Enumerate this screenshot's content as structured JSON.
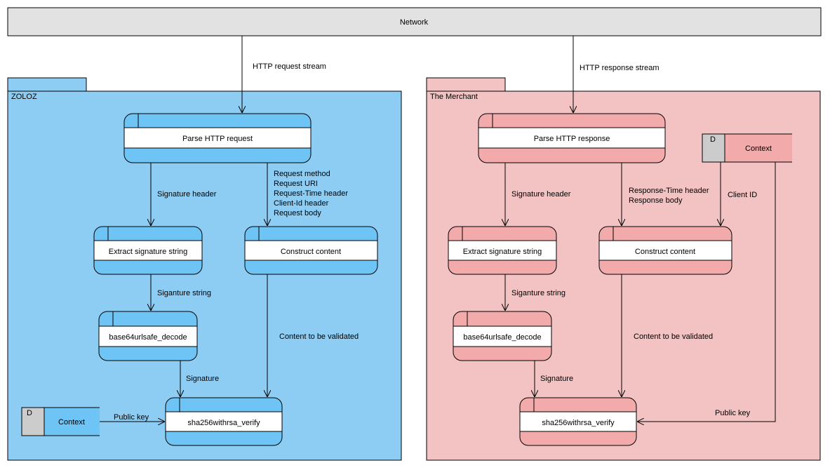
{
  "network": {
    "label": "Network"
  },
  "colors": {
    "zoloz_fill": "#8ecdf3",
    "merchant_fill": "#f3c3c3",
    "zoloz_process": "#6ec4f5",
    "merchant_process": "#f3aaaa",
    "network_fill": "#e2e2e2",
    "store_d_fill": "#cccccc"
  },
  "zoloz": {
    "title": "ZOLOZ",
    "stream_label": "HTTP request stream",
    "processes": {
      "parse": "Parse HTTP request",
      "extract": "Extract signature string",
      "construct": "Construct content",
      "decode": "base64urlsafe_decode",
      "verify": "sha256withrsa_verify"
    },
    "flows": {
      "signature_header": "Signature header",
      "request_fields": [
        "Request method",
        "Request URI",
        "Request-Time header",
        "Client-Id header",
        "Request body"
      ],
      "signature_string": "Siganture string",
      "content": "Content to be validated",
      "signature": "Signature",
      "public_key": "Public key"
    },
    "store": {
      "tag": "D",
      "label": "Context"
    }
  },
  "merchant": {
    "title": "The Merchant",
    "stream_label": "HTTP response stream",
    "processes": {
      "parse": "Parse HTTP response",
      "extract": "Extract signature string",
      "construct": "Construct content",
      "decode": "base64urlsafe_decode",
      "verify": "sha256withrsa_verify"
    },
    "flows": {
      "signature_header": "Signature header",
      "response_fields": [
        "Response-Time header",
        "Response body"
      ],
      "client_id": "Client ID",
      "signature_string": "Siganture string",
      "content": "Content to be validated",
      "signature": "Signature",
      "public_key": "Public key"
    },
    "store": {
      "tag": "D",
      "label": "Context"
    }
  }
}
